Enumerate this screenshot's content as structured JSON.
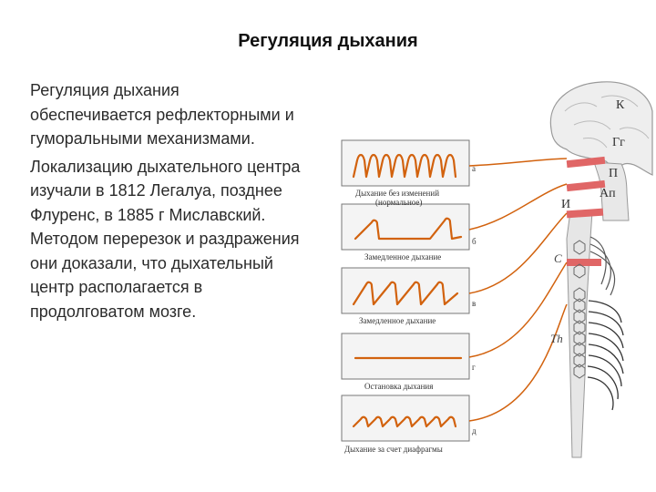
{
  "slide": {
    "title": "Регуляция дыхания",
    "paragraph1": "Регуляция дыхания обеспечивается рефлекторными и гуморальными механизмами.",
    "paragraph2": "Локализацию дыхательного центра изучали в 1812 Легалуа, позднее Флуренс, в 1885 г Миславский. Методом перерезок и раздражения они доказали, что дыхательный центр располагается в продолговатом мозге."
  },
  "figure": {
    "traces": [
      {
        "caption1": "Дыхание без изменений",
        "caption2": "(нормальное)"
      },
      {
        "caption1": "Замедленное дыхание",
        "caption2": ""
      },
      {
        "caption1": "Замедленное дыхание",
        "caption2": ""
      },
      {
        "caption1": "Остановка дыхания",
        "caption2": ""
      },
      {
        "caption1": "Дыхание за счет диафрагмы",
        "caption2": ""
      }
    ],
    "labels": {
      "k": "К",
      "gg": "Гг",
      "p": "П",
      "ap": "Ап",
      "i": "И",
      "c": "C",
      "th": "Th",
      "a": "а",
      "b": "б",
      "v": "в",
      "g": "г",
      "d": "д"
    },
    "colors": {
      "trace": "#d2620e",
      "cut_band": "#e06666",
      "nerve": "#d2620e",
      "frame": "#777777"
    }
  }
}
